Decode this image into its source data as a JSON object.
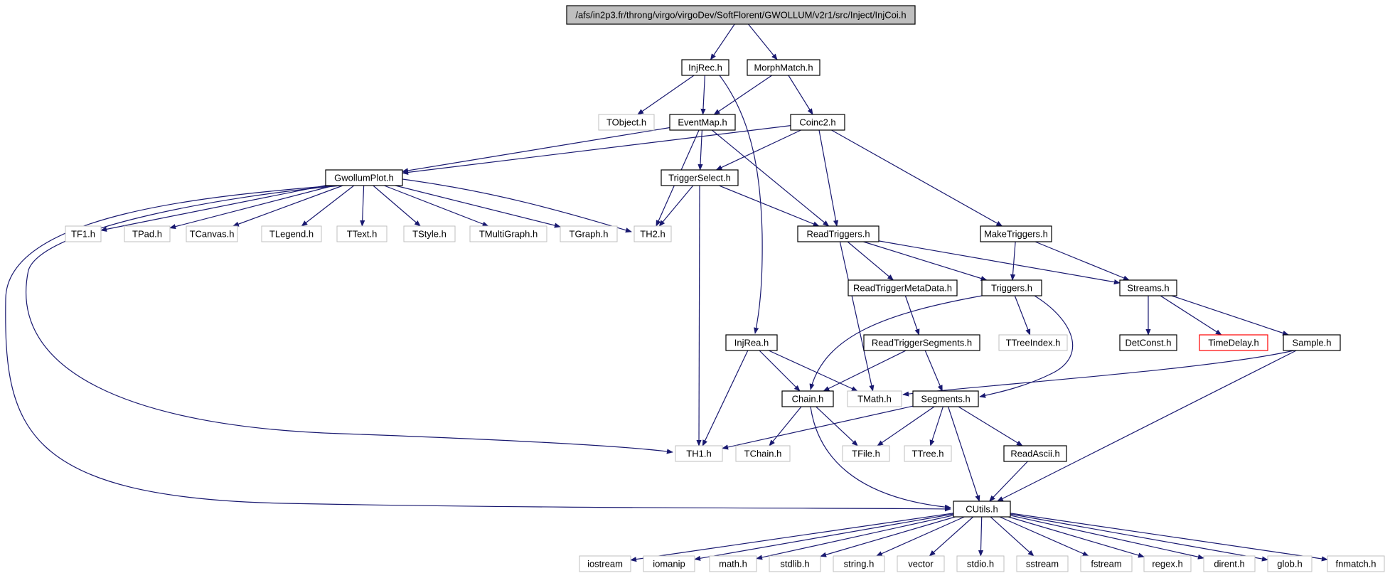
{
  "colors": {
    "edge": "#191970",
    "node_border": "#000000",
    "external_border": "#bfbfbf",
    "root_fill": "#bfbfbf",
    "highlight_border": "#ff0000",
    "background": "#ffffff"
  },
  "nodes": [
    {
      "id": "root",
      "label": "/afs/in2p3.fr/throng/virgo/virgoDev/SoftFlorent/GWOLLUM/v2r1/src/Inject/InjCoi.h",
      "kind": "root"
    },
    {
      "id": "injrec",
      "label": "InjRec.h",
      "kind": "internal"
    },
    {
      "id": "morphmatch",
      "label": "MorphMatch.h",
      "kind": "internal"
    },
    {
      "id": "tobject",
      "label": "TObject.h",
      "kind": "external"
    },
    {
      "id": "eventmap",
      "label": "EventMap.h",
      "kind": "internal"
    },
    {
      "id": "coinc2",
      "label": "Coinc2.h",
      "kind": "internal"
    },
    {
      "id": "gwollumplot",
      "label": "GwollumPlot.h",
      "kind": "internal"
    },
    {
      "id": "triggerselect",
      "label": "TriggerSelect.h",
      "kind": "internal"
    },
    {
      "id": "tf1",
      "label": "TF1.h",
      "kind": "external"
    },
    {
      "id": "tpad",
      "label": "TPad.h",
      "kind": "external"
    },
    {
      "id": "tcanvas",
      "label": "TCanvas.h",
      "kind": "external"
    },
    {
      "id": "tlegend",
      "label": "TLegend.h",
      "kind": "external"
    },
    {
      "id": "ttext",
      "label": "TText.h",
      "kind": "external"
    },
    {
      "id": "tstyle",
      "label": "TStyle.h",
      "kind": "external"
    },
    {
      "id": "tmultigraph",
      "label": "TMultiGraph.h",
      "kind": "external"
    },
    {
      "id": "tgraph",
      "label": "TGraph.h",
      "kind": "external"
    },
    {
      "id": "th2",
      "label": "TH2.h",
      "kind": "external"
    },
    {
      "id": "readtriggers",
      "label": "ReadTriggers.h",
      "kind": "internal"
    },
    {
      "id": "maketriggers",
      "label": "MakeTriggers.h",
      "kind": "internal"
    },
    {
      "id": "readtriggermetadata",
      "label": "ReadTriggerMetaData.h",
      "kind": "internal"
    },
    {
      "id": "triggers",
      "label": "Triggers.h",
      "kind": "internal"
    },
    {
      "id": "streams",
      "label": "Streams.h",
      "kind": "internal"
    },
    {
      "id": "readtriggersegments",
      "label": "ReadTriggerSegments.h",
      "kind": "internal"
    },
    {
      "id": "ttreeindex",
      "label": "TTreeIndex.h",
      "kind": "external"
    },
    {
      "id": "detconst",
      "label": "DetConst.h",
      "kind": "internal"
    },
    {
      "id": "timedelay",
      "label": "TimeDelay.h",
      "kind": "highlight"
    },
    {
      "id": "sample",
      "label": "Sample.h",
      "kind": "internal"
    },
    {
      "id": "injrea",
      "label": "InjRea.h",
      "kind": "internal"
    },
    {
      "id": "chain",
      "label": "Chain.h",
      "kind": "internal"
    },
    {
      "id": "tmath",
      "label": "TMath.h",
      "kind": "external"
    },
    {
      "id": "segments",
      "label": "Segments.h",
      "kind": "internal"
    },
    {
      "id": "th1",
      "label": "TH1.h",
      "kind": "external"
    },
    {
      "id": "tchain",
      "label": "TChain.h",
      "kind": "external"
    },
    {
      "id": "tfile",
      "label": "TFile.h",
      "kind": "external"
    },
    {
      "id": "ttree",
      "label": "TTree.h",
      "kind": "external"
    },
    {
      "id": "readascii",
      "label": "ReadAscii.h",
      "kind": "internal"
    },
    {
      "id": "cutils",
      "label": "CUtils.h",
      "kind": "internal"
    },
    {
      "id": "iostream",
      "label": "iostream",
      "kind": "external"
    },
    {
      "id": "iomanip",
      "label": "iomanip",
      "kind": "external"
    },
    {
      "id": "mathh",
      "label": "math.h",
      "kind": "external"
    },
    {
      "id": "stdlibh",
      "label": "stdlib.h",
      "kind": "external"
    },
    {
      "id": "stringh",
      "label": "string.h",
      "kind": "external"
    },
    {
      "id": "vector",
      "label": "vector",
      "kind": "external"
    },
    {
      "id": "stdioh",
      "label": "stdio.h",
      "kind": "external"
    },
    {
      "id": "sstream",
      "label": "sstream",
      "kind": "external"
    },
    {
      "id": "fstream",
      "label": "fstream",
      "kind": "external"
    },
    {
      "id": "regexh",
      "label": "regex.h",
      "kind": "external"
    },
    {
      "id": "direnth",
      "label": "dirent.h",
      "kind": "external"
    },
    {
      "id": "globh",
      "label": "glob.h",
      "kind": "external"
    },
    {
      "id": "fnmatchh",
      "label": "fnmatch.h",
      "kind": "external"
    }
  ],
  "edges": [
    {
      "from": "root",
      "to": "injrec"
    },
    {
      "from": "root",
      "to": "morphmatch"
    },
    {
      "from": "injrec",
      "to": "tobject"
    },
    {
      "from": "injrec",
      "to": "eventmap"
    },
    {
      "from": "injrec",
      "to": "injrea"
    },
    {
      "from": "morphmatch",
      "to": "eventmap"
    },
    {
      "from": "morphmatch",
      "to": "coinc2"
    },
    {
      "from": "eventmap",
      "to": "gwollumplot"
    },
    {
      "from": "eventmap",
      "to": "triggerselect"
    },
    {
      "from": "eventmap",
      "to": "th2"
    },
    {
      "from": "eventmap",
      "to": "readtriggers"
    },
    {
      "from": "coinc2",
      "to": "gwollumplot"
    },
    {
      "from": "coinc2",
      "to": "triggerselect"
    },
    {
      "from": "coinc2",
      "to": "readtriggers"
    },
    {
      "from": "coinc2",
      "to": "maketriggers"
    },
    {
      "from": "gwollumplot",
      "to": "tf1"
    },
    {
      "from": "gwollumplot",
      "to": "tpad"
    },
    {
      "from": "gwollumplot",
      "to": "tcanvas"
    },
    {
      "from": "gwollumplot",
      "to": "tlegend"
    },
    {
      "from": "gwollumplot",
      "to": "ttext"
    },
    {
      "from": "gwollumplot",
      "to": "tstyle"
    },
    {
      "from": "gwollumplot",
      "to": "tmultigraph"
    },
    {
      "from": "gwollumplot",
      "to": "tgraph"
    },
    {
      "from": "gwollumplot",
      "to": "th2"
    },
    {
      "from": "gwollumplot",
      "to": "th1"
    },
    {
      "from": "gwollumplot",
      "to": "cutils"
    },
    {
      "from": "triggerselect",
      "to": "th2"
    },
    {
      "from": "triggerselect",
      "to": "readtriggers"
    },
    {
      "from": "triggerselect",
      "to": "th1"
    },
    {
      "from": "readtriggers",
      "to": "readtriggermetadata"
    },
    {
      "from": "readtriggers",
      "to": "triggers"
    },
    {
      "from": "readtriggers",
      "to": "streams"
    },
    {
      "from": "readtriggers",
      "to": "tmath"
    },
    {
      "from": "maketriggers",
      "to": "triggers"
    },
    {
      "from": "maketriggers",
      "to": "streams"
    },
    {
      "from": "readtriggermetadata",
      "to": "readtriggersegments"
    },
    {
      "from": "triggers",
      "to": "ttreeindex"
    },
    {
      "from": "triggers",
      "to": "chain"
    },
    {
      "from": "triggers",
      "to": "segments"
    },
    {
      "from": "streams",
      "to": "detconst"
    },
    {
      "from": "streams",
      "to": "timedelay"
    },
    {
      "from": "streams",
      "to": "sample"
    },
    {
      "from": "readtriggersegments",
      "to": "chain"
    },
    {
      "from": "readtriggersegments",
      "to": "segments"
    },
    {
      "from": "sample",
      "to": "tmath"
    },
    {
      "from": "sample",
      "to": "cutils"
    },
    {
      "from": "injrea",
      "to": "chain"
    },
    {
      "from": "injrea",
      "to": "tmath"
    },
    {
      "from": "injrea",
      "to": "th1"
    },
    {
      "from": "chain",
      "to": "tchain"
    },
    {
      "from": "chain",
      "to": "tfile"
    },
    {
      "from": "chain",
      "to": "cutils"
    },
    {
      "from": "segments",
      "to": "th1"
    },
    {
      "from": "segments",
      "to": "tfile"
    },
    {
      "from": "segments",
      "to": "ttree"
    },
    {
      "from": "segments",
      "to": "readascii"
    },
    {
      "from": "segments",
      "to": "cutils"
    },
    {
      "from": "readascii",
      "to": "cutils"
    },
    {
      "from": "cutils",
      "to": "iostream"
    },
    {
      "from": "cutils",
      "to": "iomanip"
    },
    {
      "from": "cutils",
      "to": "mathh"
    },
    {
      "from": "cutils",
      "to": "stdlibh"
    },
    {
      "from": "cutils",
      "to": "stringh"
    },
    {
      "from": "cutils",
      "to": "vector"
    },
    {
      "from": "cutils",
      "to": "stdioh"
    },
    {
      "from": "cutils",
      "to": "sstream"
    },
    {
      "from": "cutils",
      "to": "fstream"
    },
    {
      "from": "cutils",
      "to": "regexh"
    },
    {
      "from": "cutils",
      "to": "direnth"
    },
    {
      "from": "cutils",
      "to": "globh"
    },
    {
      "from": "cutils",
      "to": "fnmatchh"
    }
  ]
}
